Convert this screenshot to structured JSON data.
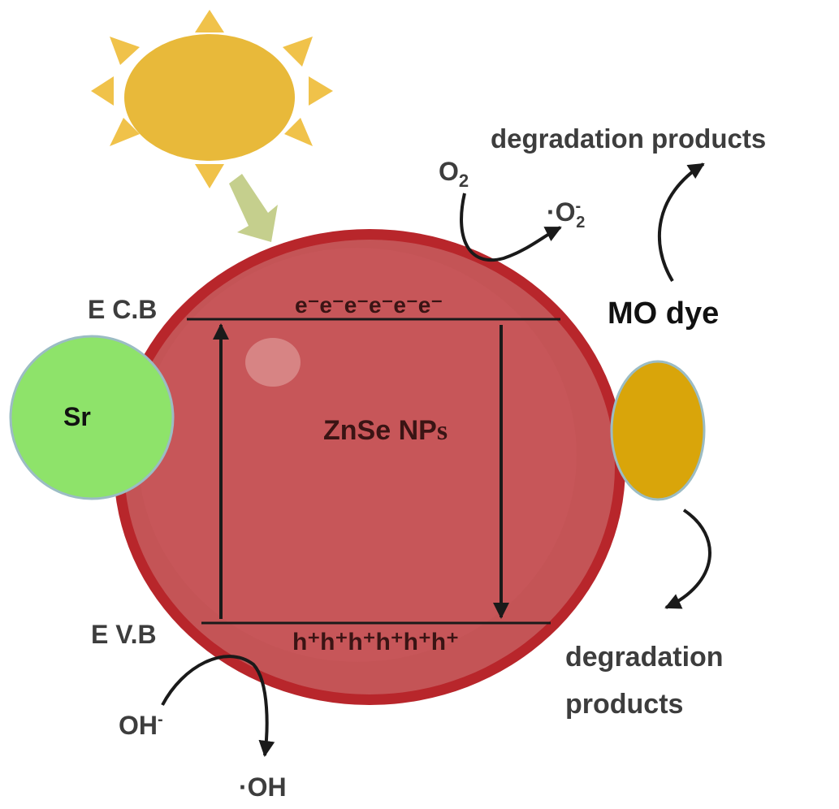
{
  "labels": {
    "ecb": "E C.B",
    "evb": "E V.B",
    "electrons": "e⁻e⁻e⁻e⁻e⁻e⁻",
    "holes": "h⁺h⁺h⁺h⁺h⁺h⁺",
    "particle_main": "ZnSe NP",
    "particle_suffix": "s",
    "dopant": "Sr",
    "dye": "MO dye",
    "o2_base": "O",
    "o2_sub": "2",
    "superoxide_dot": "·",
    "superoxide_base": "O",
    "superoxide_sup": "-",
    "superoxide_sub": "2",
    "hydroxide_base": "OH",
    "hydroxide_sup": "-",
    "hydroxyl": "·OH",
    "products_top": "degradation products",
    "products_bottom_line1": "degradation",
    "products_bottom_line2": "products"
  },
  "colors": {
    "sun": "#e8b93a",
    "sun_rays": "#f0c24a",
    "light_arrow": "#c5cf8d",
    "particle_fill": "#c45456",
    "particle_rim": "#b8262b",
    "dopant_fill": "#8ee36a",
    "dopant_stroke": "#9bbcc4",
    "dye_fill": "#d9a50a",
    "dye_stroke": "#9bbcc4",
    "lines": "#1a1a1a"
  },
  "icons": {
    "sun": "sun-icon",
    "light": "light-arrow-icon"
  }
}
